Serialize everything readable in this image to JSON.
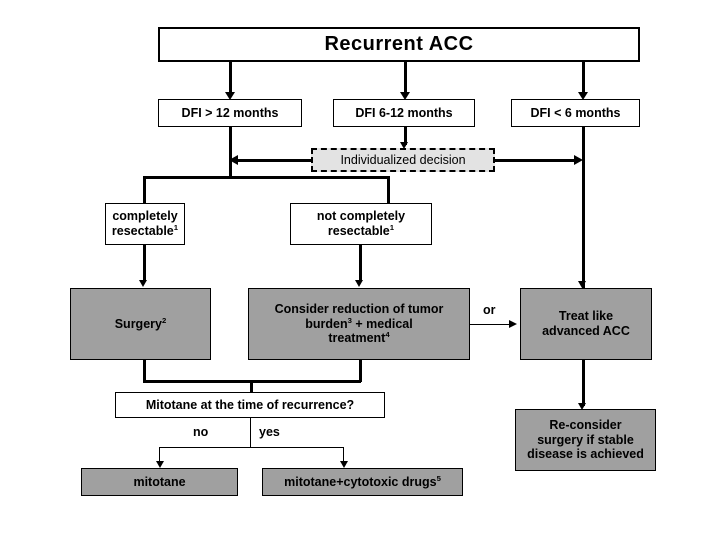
{
  "figure": {
    "type": "flowchart",
    "title": "Recurrent  ACC",
    "background": "#ffffff",
    "colors": {
      "gray_fill": "#a0a0a0",
      "dashed_fill": "#e3e3e3",
      "line": "#000000",
      "white_fill": "#ffffff"
    }
  },
  "nodes": {
    "title": {
      "label": "Recurrent  ACC"
    },
    "dfi_long": {
      "label": "DFI > 12 months"
    },
    "dfi_mid": {
      "label": "DFI 6-12 months"
    },
    "dfi_short": {
      "label": "DFI < 6 months"
    },
    "individualized": {
      "label": "Individualized  decision"
    },
    "resectable": {
      "line1": "completely",
      "line2": "resectable",
      "sup": "1"
    },
    "not_resectable": {
      "line1": "not completely",
      "line2": "resectable",
      "sup": "1"
    },
    "surgery": {
      "label": "Surgery",
      "sup": "2"
    },
    "reduction": {
      "line1": "Consider reduction of tumor",
      "line2a": "burden",
      "sup1": "3",
      "line2b": " + medical",
      "line3": "treatment",
      "sup2": "4"
    },
    "treat_advanced": {
      "line1": "Treat like",
      "line2": "advanced ACC"
    },
    "mitotane_question": {
      "label": "Mitotane at the time of recurrence?"
    },
    "mitotane": {
      "label": "mitotane"
    },
    "mitotane_cytotoxic": {
      "label": "mitotane+cytotoxic drugs",
      "sup": "5"
    },
    "reconsider": {
      "line1": "Re-consider",
      "line2": "surgery if stable",
      "line3": "disease is achieved"
    }
  },
  "edge_labels": {
    "or": "or",
    "no": "no",
    "yes": "yes"
  }
}
